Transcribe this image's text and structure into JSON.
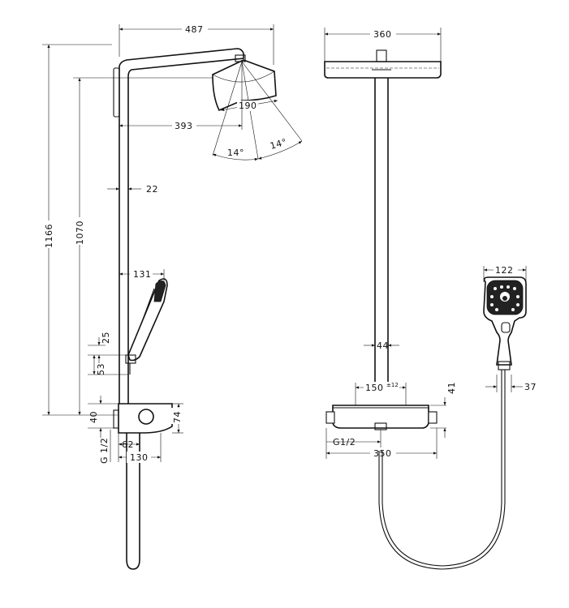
{
  "colors": {
    "line": "#111111",
    "background": "#ffffff",
    "dark_fill": "#222222"
  },
  "side_view": {
    "dims": {
      "arm_length": "487",
      "total_height": "1166",
      "head_height": "1070",
      "arm_reach": "393",
      "head_diameter": "190",
      "tilt_left": "14°",
      "tilt_right": "14°",
      "pipe_offset": "22",
      "holder_reach": "131",
      "holder_offset": "25",
      "holder_spacing": "53",
      "valve_top": "40",
      "valve_height": "74",
      "connection": "G 1/2",
      "connection_offset": "62",
      "valve_depth": "130"
    }
  },
  "front_view": {
    "dims": {
      "head_width": "360",
      "pipe_diameter": "44",
      "center_distance": "150",
      "center_tolerance": "±12",
      "valve_height": "41",
      "connection": "G1/2",
      "valve_width": "350",
      "handshower_width": "122",
      "handle_width": "37"
    }
  }
}
